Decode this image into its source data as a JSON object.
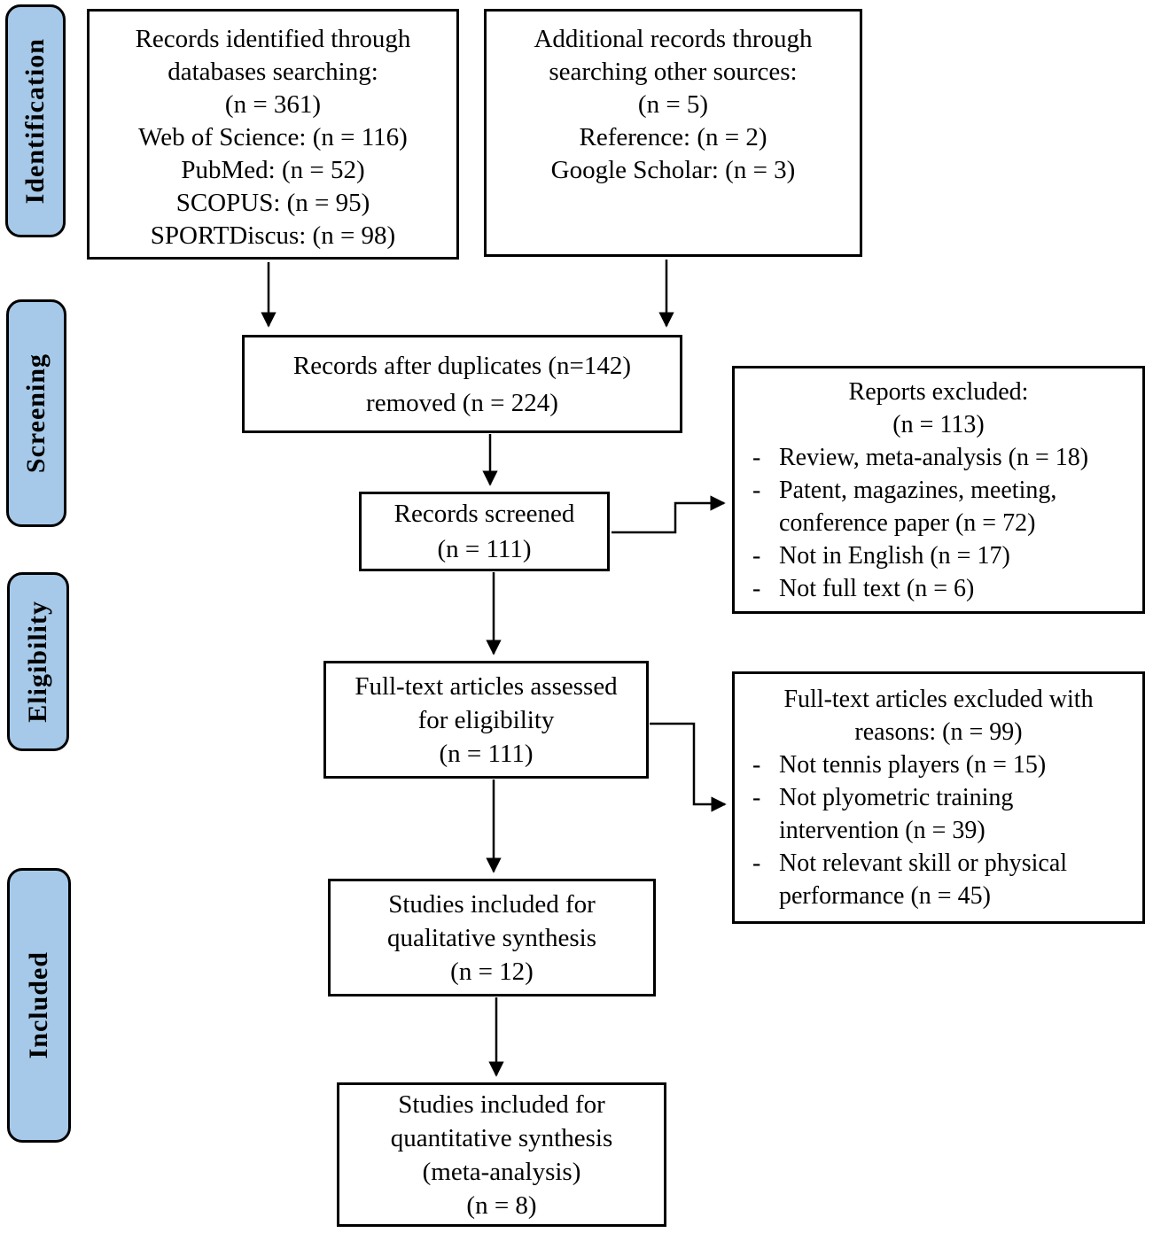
{
  "colors": {
    "stage_fill": "#a6c9e9",
    "stage_border": "#000000",
    "box_border": "#000000",
    "box_fill": "#ffffff",
    "arrow": "#000000",
    "text": "#000000",
    "background": "#ffffff"
  },
  "stages": {
    "identification": "Identification",
    "screening": "Screening",
    "eligibility": "Eligibility",
    "included": "Included"
  },
  "boxes": {
    "db_search": {
      "lines": [
        "Records identified through",
        "databases searching:",
        "(n = 361)",
        "Web of Science: (n = 116)",
        "PubMed: (n = 52)",
        "SCOPUS: (n = 95)",
        "SPORTDiscus: (n = 98)"
      ]
    },
    "other_sources": {
      "lines": [
        "Additional records through",
        "searching other sources:",
        "(n = 5)",
        "Reference: (n = 2)",
        "Google Scholar: (n = 3)"
      ]
    },
    "after_duplicates": {
      "lines": [
        "Records after duplicates (n=142)",
        "removed (n = 224)"
      ]
    },
    "screened": {
      "lines": [
        "Records screened",
        "(n = 111)"
      ]
    },
    "reports_excluded": {
      "header": [
        "Reports excluded:",
        "(n = 113)"
      ],
      "items": [
        {
          "marker": "-",
          "lines": [
            "Review, meta-analysis (n = 18)"
          ]
        },
        {
          "marker": "-",
          "lines": [
            "Patent, magazines, meeting,",
            "conference paper (n = 72)"
          ]
        },
        {
          "marker": "-",
          "lines": [
            "Not in English (n = 17)"
          ]
        },
        {
          "marker": "-",
          "lines": [
            "Not full text (n = 6)"
          ]
        }
      ]
    },
    "fulltext_assessed": {
      "lines": [
        "Full-text articles assessed",
        "for eligibility",
        "(n = 111)"
      ]
    },
    "fulltext_excluded": {
      "header": [
        "Full-text articles excluded with",
        "reasons: (n = 99)"
      ],
      "items": [
        {
          "marker": "-",
          "lines": [
            "Not tennis players (n = 15)"
          ]
        },
        {
          "marker": "-",
          "lines": [
            "Not plyometric training",
            "intervention (n = 39)"
          ]
        },
        {
          "marker": "-",
          "lines": [
            "Not relevant skill or physical",
            "performance (n = 45)"
          ]
        }
      ]
    },
    "qualitative": {
      "lines": [
        "Studies included for",
        "qualitative synthesis",
        "(n = 12)"
      ]
    },
    "quantitative": {
      "lines": [
        "Studies included for",
        "quantitative synthesis",
        "(meta-analysis)",
        "(n = 8)"
      ]
    }
  }
}
